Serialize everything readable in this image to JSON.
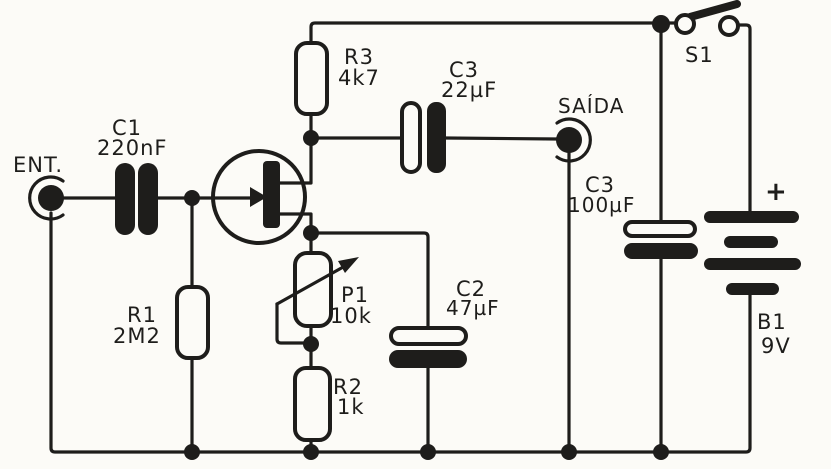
{
  "colors": {
    "ink": "#1e1d1b",
    "paper": "#fcfbf7"
  },
  "input_jack": {
    "label": "ENT."
  },
  "output_jack": {
    "label": "SAÍDA"
  },
  "components": {
    "c1": {
      "ref": "C1",
      "value": "220nF"
    },
    "r1": {
      "ref": "R1",
      "value": "2M2"
    },
    "q1": {
      "type": "transistor"
    },
    "r3": {
      "ref": "R3",
      "value": "4k7"
    },
    "c3_out": {
      "ref": "C3",
      "value": "22µF"
    },
    "c3_filter": {
      "ref": "C3",
      "value": "100µF"
    },
    "p1": {
      "ref": "P1",
      "value": "10k"
    },
    "c2": {
      "ref": "C2",
      "value": "47µF"
    },
    "r2": {
      "ref": "R2",
      "value": "1k"
    },
    "s1": {
      "ref": "S1"
    },
    "b1": {
      "ref": "B1",
      "value": "9V",
      "polarity": "+"
    }
  }
}
